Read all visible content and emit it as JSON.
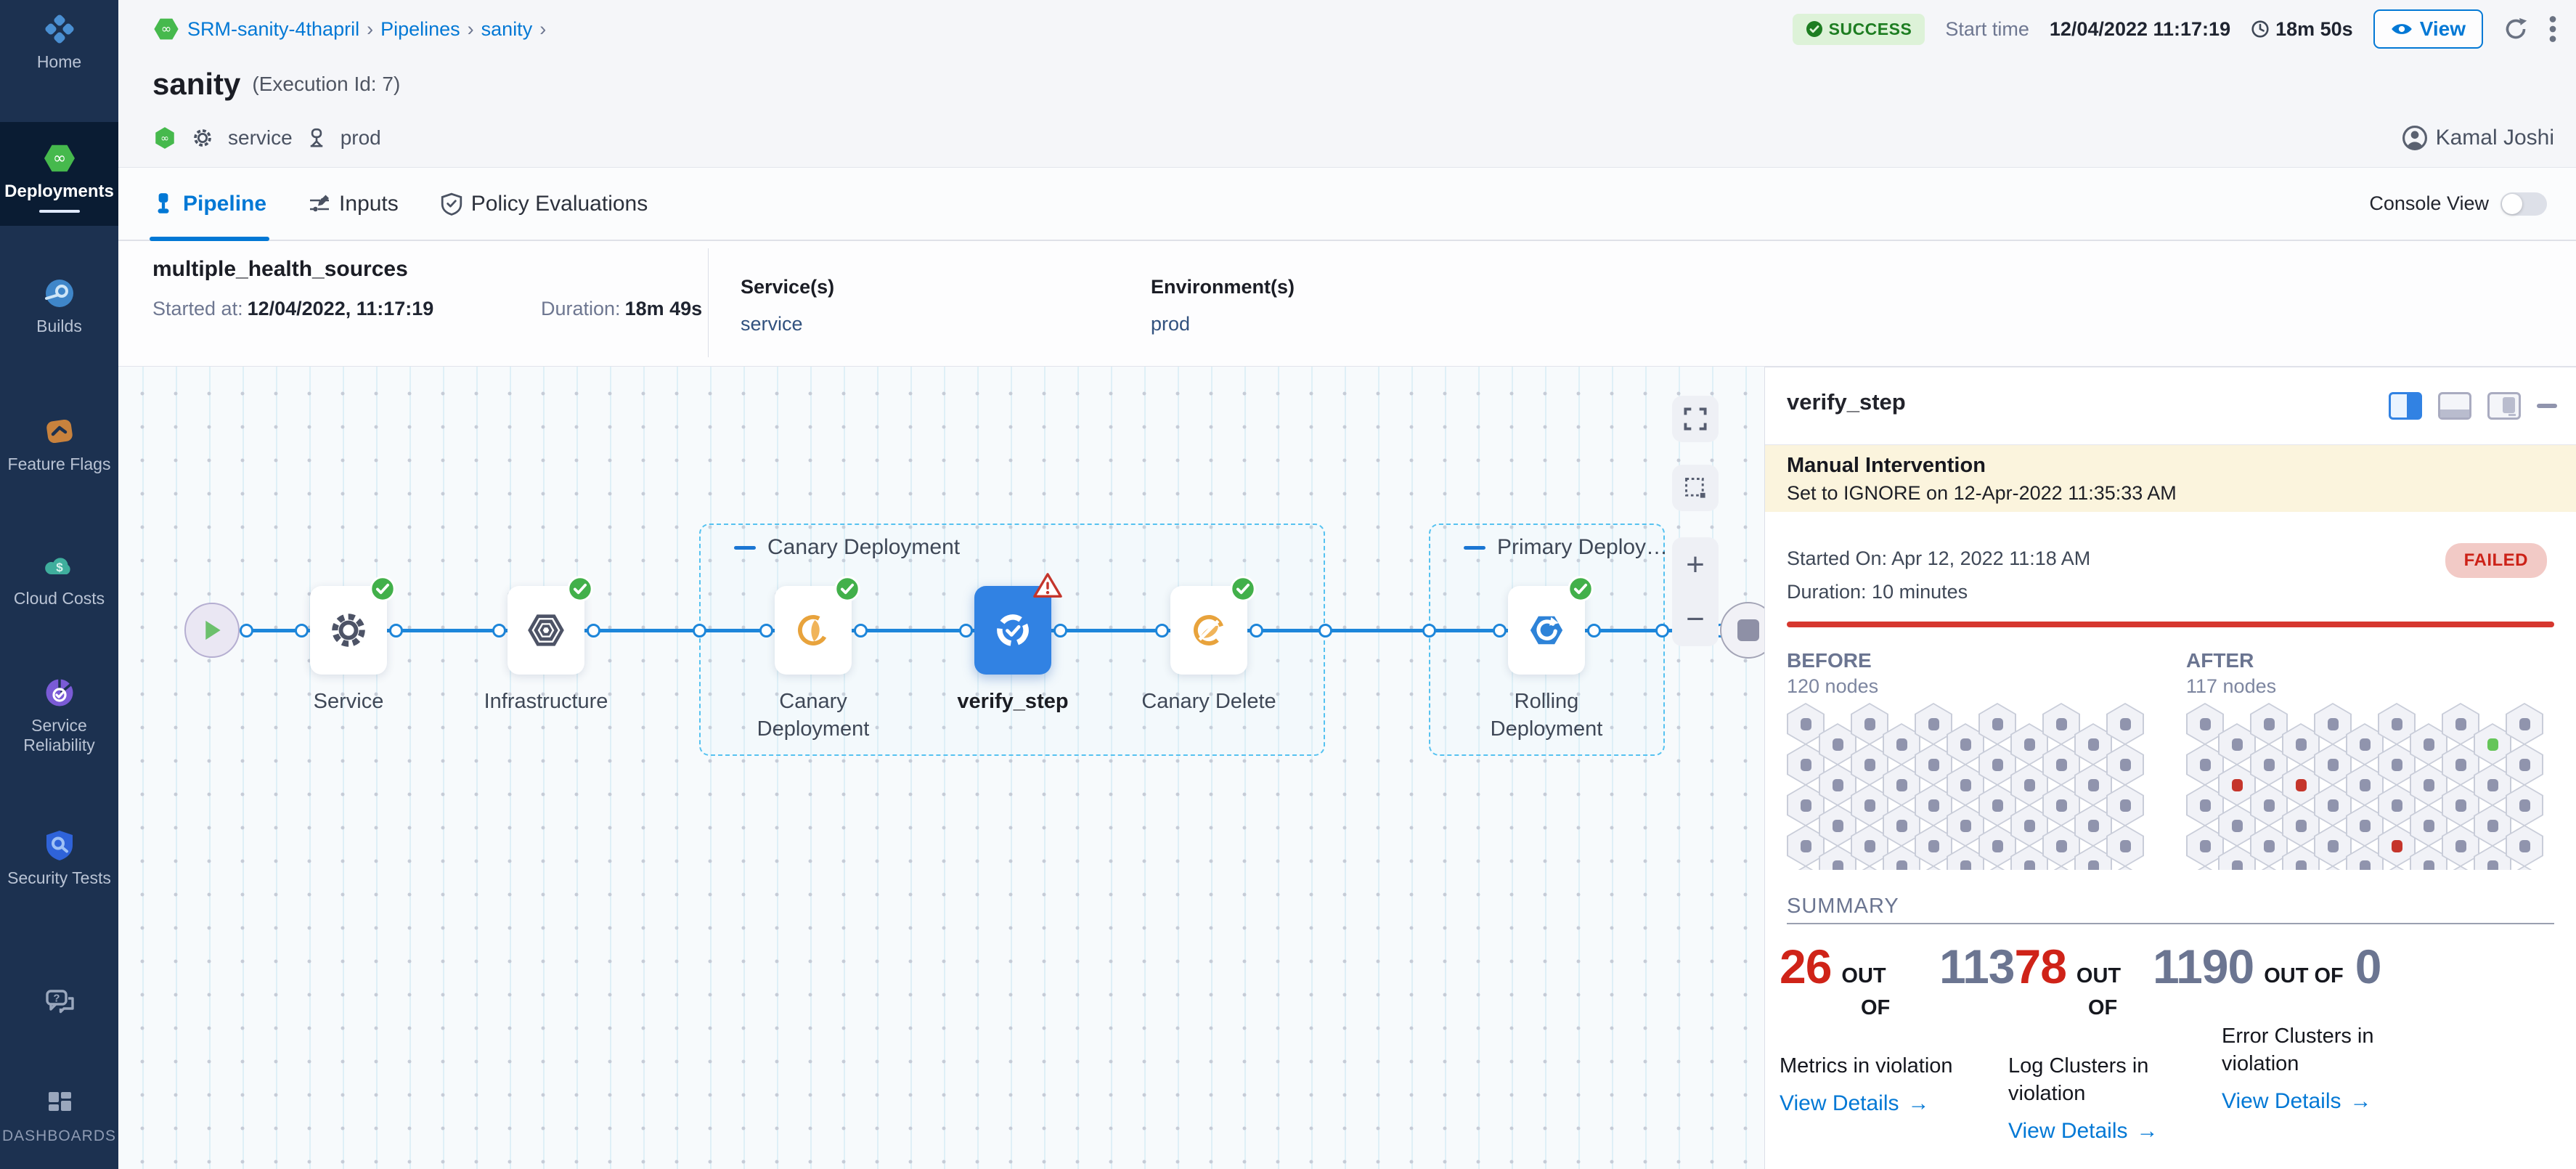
{
  "colors": {
    "accent": "#0278d5",
    "success_text": "#1d7d21",
    "success_bg": "#ddf2d8",
    "failed_text": "#cc2218",
    "failed_bg": "#f2cac6",
    "selected_node": "#3182e3",
    "risk_gray": "#9094ad",
    "risk_red": "#c5352b",
    "risk_green": "#65c559",
    "summary_red": "#cf2318",
    "summary_gray": "#6b7591"
  },
  "sidebar": {
    "items": [
      {
        "id": "home",
        "label": "Home",
        "icon": "home-icon",
        "active": false
      },
      {
        "id": "deployments",
        "label": "Deployments",
        "icon": "deployments-icon",
        "active": true
      },
      {
        "id": "builds",
        "label": "Builds",
        "icon": "builds-icon",
        "active": false
      },
      {
        "id": "feature-flags",
        "label": "Feature Flags",
        "icon": "feature-flags-icon",
        "active": false
      },
      {
        "id": "cloud-costs",
        "label": "Cloud Costs",
        "icon": "cloud-costs-icon",
        "active": false
      },
      {
        "id": "service-reliability",
        "label": "Service Reliability",
        "icon": "service-reliability-icon",
        "active": false
      },
      {
        "id": "security-tests",
        "label": "Security Tests",
        "icon": "security-tests-icon",
        "active": false
      },
      {
        "id": "help",
        "label": "",
        "icon": "help-icon",
        "active": false
      },
      {
        "id": "dashboards",
        "label": "DASHBOARDS",
        "icon": "dashboards-icon",
        "active": false,
        "caps": true
      }
    ]
  },
  "header": {
    "breadcrumb": [
      "SRM-sanity-4thapril",
      "Pipelines",
      "sanity"
    ],
    "separator": "›",
    "status": "SUCCESS",
    "start_time_label": "Start time",
    "start_time": "12/04/2022 11:17:19",
    "duration": "18m 50s",
    "view_button": "View",
    "title": "sanity",
    "execution_id": "(Execution Id: 7)",
    "service_chip": "service",
    "env_chip": "prod",
    "user": "Kamal Joshi"
  },
  "tabs": {
    "items": [
      {
        "label": "Pipeline",
        "icon": "pipeline-icon",
        "active": true
      },
      {
        "label": "Inputs",
        "icon": "inputs-icon",
        "active": false
      },
      {
        "label": "Policy Evaluations",
        "icon": "policy-icon",
        "active": false
      }
    ],
    "console_view_label": "Console View",
    "console_view_on": false
  },
  "stage": {
    "name": "multiple_health_sources",
    "started_label": "Started at:",
    "started_value": "12/04/2022, 11:17:19",
    "duration_label": "Duration:",
    "duration_value": "18m 49s",
    "services_label": "Service(s)",
    "services_value": "service",
    "environments_label": "Environment(s)",
    "environments_value": "prod"
  },
  "pipeline": {
    "groups": [
      {
        "label": "Canary Deployment"
      },
      {
        "label": "Primary Deploy…"
      }
    ],
    "nodes": [
      {
        "id": "start"
      },
      {
        "id": "service",
        "label": "Service",
        "icon": "gear-icon",
        "badge": "success"
      },
      {
        "id": "infrastructure",
        "label": "Infrastructure",
        "icon": "infrastructure-icon",
        "badge": "success"
      },
      {
        "id": "canary_deployment",
        "label": "Canary\nDeployment",
        "icon": "canary-icon",
        "badge": "success"
      },
      {
        "id": "verify_step",
        "label": "verify_step",
        "icon": "verify-icon",
        "badge": "warning",
        "selected": true
      },
      {
        "id": "canary_delete",
        "label": "Canary Delete",
        "icon": "canary-delete-icon",
        "badge": "success"
      },
      {
        "id": "rolling_deployment",
        "label": "Rolling\nDeployment",
        "icon": "rolling-icon",
        "badge": "success"
      },
      {
        "id": "end"
      }
    ],
    "controls": {
      "zoom_in": "+",
      "zoom_out": "−"
    }
  },
  "verify_panel": {
    "title": "verify_step",
    "banner": {
      "title": "Manual Intervention",
      "text": "Set to IGNORE on 12-Apr-2022 11:35:33 AM"
    },
    "started_on": "Started On: Apr 12, 2022 11:18 AM",
    "duration": "Duration: 10 minutes",
    "status_badge": "FAILED",
    "before": {
      "label": "BEFORE",
      "count": "120 nodes"
    },
    "after": {
      "label": "AFTER",
      "count": "117 nodes"
    },
    "grids": {
      "before": [
        [
          "g",
          "g",
          "g",
          "g",
          "g"
        ],
        [
          "g",
          "g",
          "g",
          "g",
          "g"
        ],
        [
          "g",
          "g",
          "g",
          "g",
          "g"
        ],
        [
          "g",
          "g",
          "g",
          "g",
          "g"
        ],
        [
          "g",
          "g",
          "g",
          "g",
          "g"
        ],
        [
          "g",
          "g",
          "g",
          "g",
          "g"
        ],
        [
          "g",
          "g",
          "g",
          "g",
          "g"
        ],
        [
          "g",
          "g",
          "g",
          "g",
          "g"
        ],
        [
          "g",
          "g",
          "g",
          "g",
          "g"
        ],
        [
          "g",
          "g",
          "g",
          "g",
          "g"
        ],
        [
          "g",
          "g",
          "g",
          "g",
          "g"
        ]
      ],
      "after": [
        [
          "g",
          "g",
          "g",
          "g",
          "g"
        ],
        [
          "g",
          "r",
          "g",
          "g",
          "g"
        ],
        [
          "g",
          "g",
          "g",
          "g",
          "g"
        ],
        [
          "g",
          "r",
          "g",
          "g",
          "g"
        ],
        [
          "g",
          "g",
          "g",
          "g",
          "g"
        ],
        [
          "g",
          "g",
          "g",
          "g",
          "g"
        ],
        [
          "g",
          "g",
          "g",
          "r",
          "g"
        ],
        [
          "g",
          "g",
          "g",
          "g",
          "g"
        ],
        [
          "g",
          "g",
          "g",
          "g",
          "g"
        ],
        [
          "n",
          "g",
          "g",
          "g",
          "g"
        ],
        [
          "g",
          "g",
          "g",
          "g",
          "g"
        ]
      ]
    },
    "summary": {
      "label": "SUMMARY",
      "cards": [
        {
          "parts": [
            {
              "text": "26",
              "color": "red"
            }
          ],
          "out_line1": "OUT",
          "out_line2": "OF",
          "total": "",
          "label": "Metrics in violation",
          "link": "View Details"
        },
        {
          "parts": [
            {
              "text": "113",
              "color": "gray"
            },
            {
              "text": "78",
              "color": "red"
            }
          ],
          "out_line1": "OUT",
          "out_line2": "OF",
          "total": "",
          "label": "Log Clusters in violation",
          "link": "View Details"
        },
        {
          "parts": [
            {
              "text": "1190",
              "color": "gray"
            }
          ],
          "out_line1": "OUT OF",
          "out_line2": "",
          "total": "0",
          "label": "Error Clusters in violation",
          "link": "View Details"
        }
      ]
    }
  }
}
